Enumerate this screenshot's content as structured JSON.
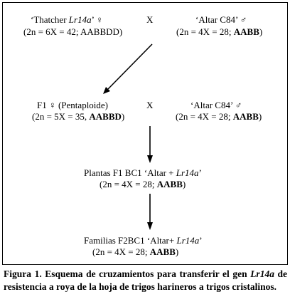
{
  "figure": {
    "cross_symbol": "X",
    "parent_1": {
      "name_open": "‘Thatcher ",
      "gene": "Lr14a",
      "name_close": "’ ♀",
      "karyotype": "(2n = 6X = 42; AABBDD)"
    },
    "parent_2": {
      "name": "‘Altar C84’ ♂",
      "karyotype_open": "(2n = 4X = 28; ",
      "genome": "AABB",
      "karyotype_close": ")"
    },
    "f1": {
      "name": "F1 ♀ (Pentaploide)",
      "karyotype_open": "(2n = 5X = 35, ",
      "genome": "AABBD",
      "karyotype_close": ")"
    },
    "recurrent_parent": {
      "name": "‘Altar C84’ ♂",
      "karyotype_open": "(2n = 4X = 28; ",
      "genome": "AABB",
      "karyotype_close": ")"
    },
    "bc1": {
      "name_open": "Plantas F1 BC1 ‘Altar + ",
      "gene": "Lr14a",
      "name_close": "’",
      "karyotype_open": "(2n = 4X = 28; ",
      "genome": "AABB",
      "karyotype_close": ")"
    },
    "f2bc1": {
      "name_open": "Familias F2BC1 ‘Altar+ ",
      "gene": "Lr14a",
      "name_close": "’",
      "karyotype_open": "(2n = 4X = 28; ",
      "genome": "AABB",
      "karyotype_close": ")"
    }
  },
  "caption": {
    "lead": "Figura 1. Esquema de cruzamientos para transferir el gen ",
    "gene": "Lr14a",
    "rest": " de resistencia a roya de la hoja de trigos harineros a trigos cristalinos."
  }
}
